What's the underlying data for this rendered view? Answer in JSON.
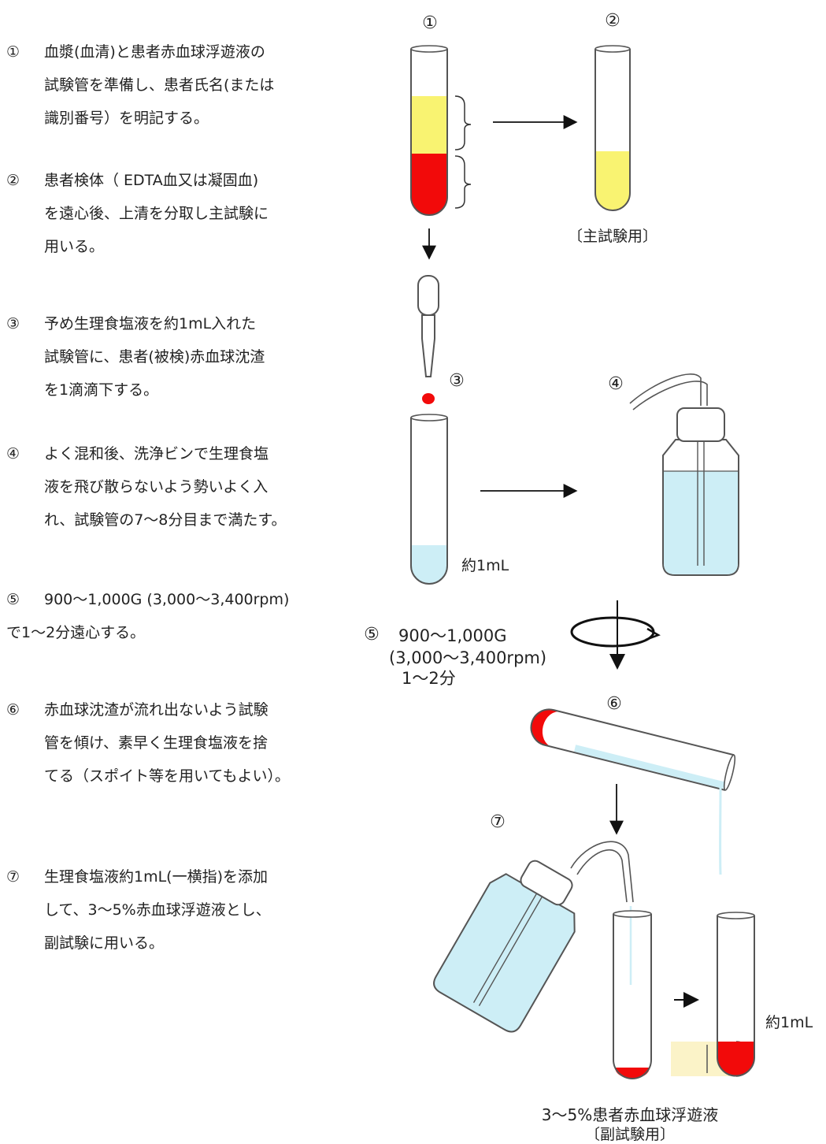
{
  "steps": [
    {
      "num": "①",
      "lines": [
        "血漿(血清)と患者赤血球浮遊液の",
        "試験管を準備し、患者氏名(または",
        "識別番号）を明記する。"
      ]
    },
    {
      "num": "②",
      "lines": [
        "患者検体（ EDTA血又は凝固血)",
        "を遠心後、上清を分取し主試験に",
        "用いる。"
      ]
    },
    {
      "num": "③",
      "lines": [
        "予め生理食塩液を約1mL入れた",
        "試験管に、患者(被検)赤血球沈渣",
        "を1滴滴下する。"
      ]
    },
    {
      "num": "④",
      "lines": [
        "よく混和後、洗浄ビンで生理食塩",
        "液を飛び散らないよう勢いよく入",
        "れ、試験管の7～8分目まで満たす。"
      ]
    },
    {
      "num": "⑤",
      "lines": [
        "900～1,000G (3,000～3,400rpm)",
        "で1～2分遠心する。"
      ]
    },
    {
      "num": "⑥",
      "lines": [
        "赤血球沈渣が流れ出ないよう試験",
        "管を傾け、素早く生理食塩液を捨",
        "てる（スポイト等を用いてもよい）。"
      ]
    },
    {
      "num": "⑦",
      "lines": [
        "生理食塩液約1mL(一横指)を添加",
        "して、3～5%赤血球浮遊液とし、",
        "副試験に用いる。"
      ]
    }
  ],
  "diagram": {
    "markers": [
      "①",
      "②",
      "③",
      "④",
      "⑤",
      "⑥",
      "⑦"
    ],
    "main_test_label": "〔主試験用〕",
    "approx_1ml": "約1mL",
    "approx_1ml_final": "約1mL",
    "centrifuge_line1": "900～1,000G",
    "centrifuge_line2": "(3,000～3,400rpm)",
    "centrifuge_line3": "1～2分",
    "suspension_label": "3～5%患者赤血球浮遊液",
    "sub_test_label": "〔副試験用〕"
  },
  "colors": {
    "plasma_yellow": "#f9f371",
    "blood_red": "#f20a0a",
    "saline_blue": "#cdeef6",
    "outline": "#555555",
    "label_bg": "#fbf3c8"
  }
}
